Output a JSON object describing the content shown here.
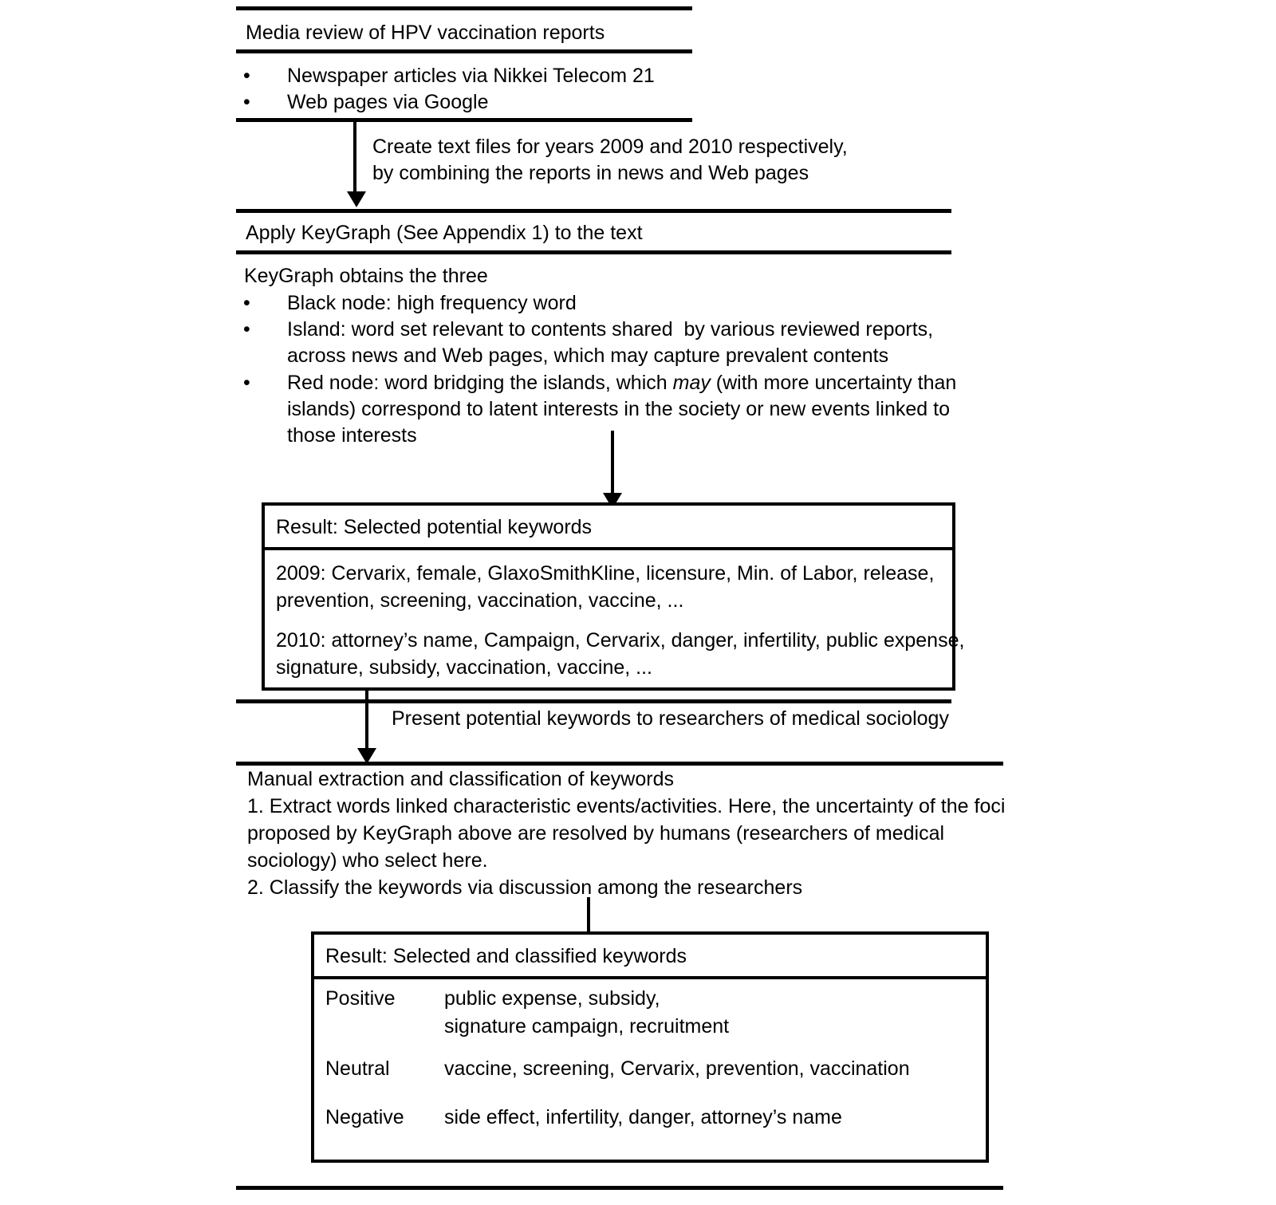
{
  "diagram": {
    "title": "HPV vaccination media review and keyword extraction workflow",
    "stage1": {
      "header": "Media review of HPV vaccination reports",
      "bullets": [
        "Newspaper articles via Nikkei Telecom 21",
        "Web pages via Google"
      ],
      "bullet_glyph": "•"
    },
    "edge1": {
      "line1": "Create text files for years 2009 and 2010 respectively,",
      "line2": "by combining the reports in news and Web pages"
    },
    "stage2": {
      "header": "Apply KeyGraph (See Appendix 1) to the text",
      "intro": "KeyGraph obtains the three",
      "bullet_glyph": "•",
      "bullets": [
        {
          "lines": [
            "Black node: high frequency word"
          ]
        },
        {
          "lines": [
            "Island: word set relevant to contents shared  by various reviewed reports,",
            "across news and Web pages, which may capture prevalent contents"
          ]
        },
        {
          "pre": "Red node: word bridging the islands, which ",
          "italic": "may",
          "post": " (with more uncertainty than",
          "lines": [
            "islands) correspond to latent interests in the society or new events linked to",
            "those interests"
          ]
        }
      ]
    },
    "result1": {
      "header": "Result: Selected potential keywords",
      "entries": [
        {
          "lines": [
            "2009: Cervarix, female, GlaxoSmithKline, licensure, Min. of Labor, release,",
            "prevention, screening, vaccination, vaccine, ..."
          ]
        },
        {
          "lines": [
            "2010: attorney’s name, Campaign, Cervarix, danger, infertility, public expense,",
            "signature, subsidy, vaccination, vaccine, ..."
          ]
        }
      ]
    },
    "edge2": {
      "label": "Present potential keywords to researchers of medical sociology"
    },
    "stage3": {
      "header": "Manual extraction and classification of keywords",
      "steps": [
        "1. Extract words linked characteristic events/activities. Here, the uncertainty of the foci",
        "proposed by KeyGraph above are resolved by humans (researchers of medical",
        "sociology) who select here.",
        "2. Classify the keywords via discussion among the researchers"
      ]
    },
    "result2": {
      "header": "Result: Selected and classified keywords",
      "rows": [
        {
          "category": "Positive",
          "values": [
            "public expense, subsidy,",
            "signature campaign, recruitment"
          ]
        },
        {
          "category": "Neutral",
          "values": [
            "vaccine, screening, Cervarix, prevention, vaccination"
          ]
        },
        {
          "category": "Negative",
          "values": [
            "side effect, infertility, danger, attorney’s name"
          ]
        }
      ]
    },
    "colors": {
      "ink": "#000000",
      "paper": "#ffffff"
    }
  }
}
